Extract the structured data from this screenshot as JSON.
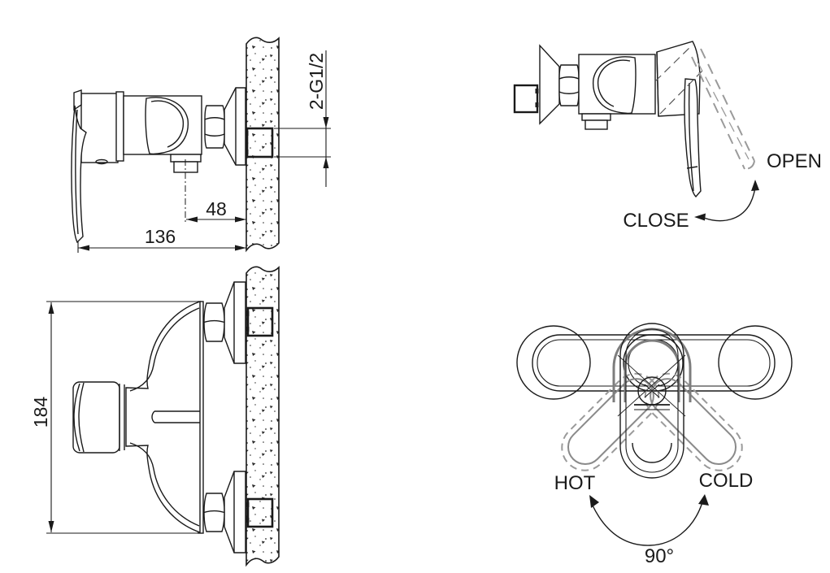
{
  "colors": {
    "line": "#1a1a1a",
    "secondary_gray": "#8a8a8a",
    "dashed_gray": "#9a9a9a",
    "background": "#ffffff"
  },
  "views": {
    "side": {
      "total_width": "136",
      "outlet_to_wall": "48",
      "connection_thread": "2-G1/2"
    },
    "plan": {
      "overall_height": "184"
    },
    "operation": {
      "open": "OPEN",
      "close": "CLOSE"
    },
    "rotation": {
      "hot": "HOT",
      "cold": "COLD",
      "angle": "90°"
    }
  }
}
